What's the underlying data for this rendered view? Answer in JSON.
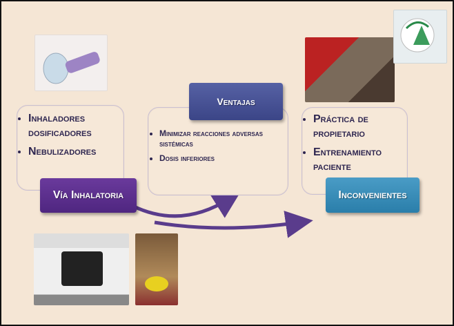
{
  "left": {
    "label": "Vía Inhalatoria",
    "items": [
      "Inhaladores dosificadores",
      "Nebulizadores"
    ]
  },
  "middle": {
    "label": "Ventajas",
    "items": [
      "Minimizar reacciones adversas sistémicas",
      "Dosis inferiores"
    ]
  },
  "right": {
    "label": "Inconvenientes",
    "items": [
      "Práctica de propietario",
      "Entrenamiento paciente"
    ]
  },
  "colors": {
    "purple": "#5b2f8c",
    "navy": "#414b90",
    "teal": "#2f87b4",
    "background": "#f5e6d5"
  }
}
